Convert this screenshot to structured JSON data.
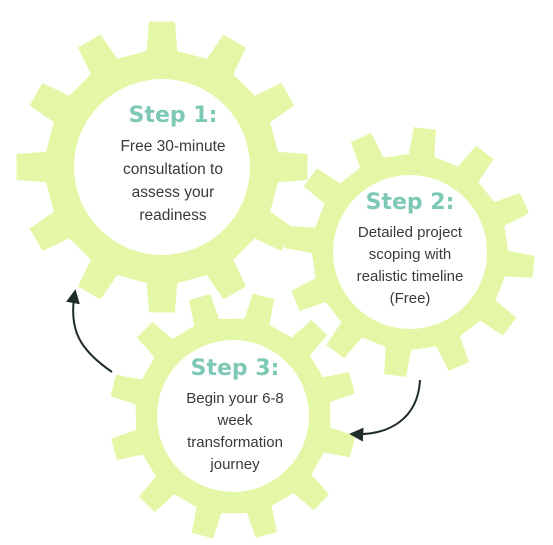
{
  "colors": {
    "gear": "#e3f7a6",
    "hub": "#ffffff",
    "title": "#7ec8b6",
    "text": "#3a3a3a",
    "arrow": "#1f2d28"
  },
  "steps": [
    {
      "title": "Step 1:",
      "lines": [
        "Free 30-minute",
        "consultation to",
        "assess your",
        "readiness"
      ]
    },
    {
      "title": "Step 2:",
      "lines": [
        "Detailed project",
        "scoping with",
        "realistic timeline",
        "(Free)"
      ]
    },
    {
      "title": "Step 3:",
      "lines": [
        "Begin your 6-8",
        "week",
        "transformation",
        "journey"
      ]
    }
  ]
}
